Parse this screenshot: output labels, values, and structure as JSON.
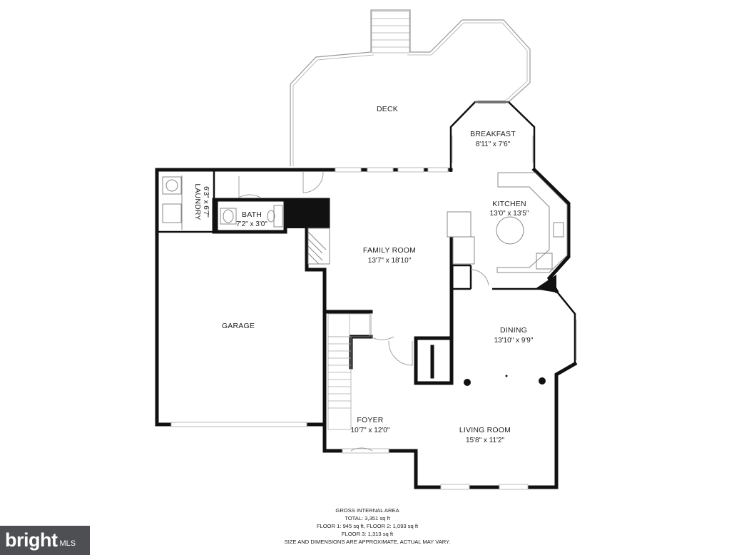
{
  "rooms": {
    "deck": {
      "name": "DECK"
    },
    "breakfast": {
      "name": "BREAKFAST",
      "dims": "8'11\" x 7'6\""
    },
    "kitchen": {
      "name": "KITCHEN",
      "dims": "13'0\" x 13'5\""
    },
    "laundry": {
      "name": "LAUNDRY",
      "dims": "6'3\" x 6'7\""
    },
    "bath": {
      "name": "BATH",
      "dims": "7'2\" x 3'0\""
    },
    "family_room": {
      "name": "FAMILY ROOM",
      "dims": "13'7\" x 18'10\""
    },
    "garage": {
      "name": "GARAGE"
    },
    "dining": {
      "name": "DINING",
      "dims": "13'10\" x 9'9\""
    },
    "foyer": {
      "name": "FOYER",
      "dims": "10'7\" x 12'0\""
    },
    "living_room": {
      "name": "LIVING ROOM",
      "dims": "15'8\" x 11'2\""
    }
  },
  "area_notes": {
    "heading": "GROSS INTERNAL AREA",
    "total": "TOTAL: 3,351 sq ft",
    "floors_1_2": "FLOOR 1: 945 sq ft, FLOOR 2: 1,093 sq ft",
    "floor_3": "FLOOR 3: 1,313 sq ft",
    "disclaimer": "SIZE AND DIMENSIONS ARE APPROXIMATE, ACTUAL MAY VARY."
  },
  "logo": {
    "brand": "bright",
    "suffix": "MLS"
  },
  "colors": {
    "wall": "#111111",
    "outline": "#999999",
    "logo_bg": "#4d4f53"
  }
}
